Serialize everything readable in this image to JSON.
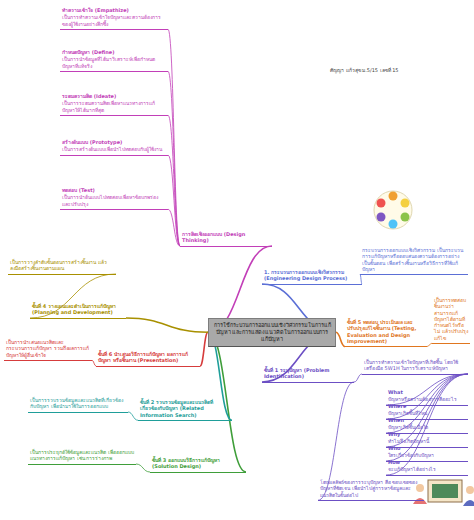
{
  "diagram": {
    "nodes": [
      {
        "text": [
          "การใช้กระบวนการออกแบบเชิงวิศวกรรมในการแก้ปัญหา และการแสดงแนวคิดในการออกแบบการแก้ปัญหา"
        ]
      },
      {
        "text": [
          "การคิดเชิงออกแบบ (Design Thinking)"
        ]
      },
      {
        "text": [
          "ทำความเข้าใจ (Empathize)",
          "เป็นการทำความเข้าใจปัญหาและความต้องการของผู้ใช้งานอย่างลึกซึ้ง"
        ]
      },
      {
        "text": [
          "กำหนดปัญหา (Define)",
          "เป็นการนำข้อมูลที่ได้มาวิเคราะห์เพื่อกำหนดปัญหาที่แท้จริง"
        ]
      },
      {
        "text": [
          "ระดมความคิด (Ideate)",
          "เป็นการระดมความคิดเพื่อหาแนวทางการแก้ปัญหาให้ได้มากที่สุด"
        ]
      },
      {
        "text": [
          "สร้างต้นแบบ (Prototype)",
          "เป็นการสร้างต้นแบบเพื่อนำไปทดสอบกับผู้ใช้งาน"
        ]
      },
      {
        "text": [
          "ทดสอบ (Test)",
          "เป็นการนำต้นแบบไปทดสอบเพื่อหาข้อบกพร่องและปรับปรุง"
        ]
      },
      {
        "text": [
          "1. กระบวนการออกแบบเชิงวิศวกรรม (Engineering Design Process)"
        ]
      },
      {
        "text": [
          "กระบวนการออกแบบเชิงวิศวกรรม เป็นกระบวนการแก้ปัญหาหรือตอบสนองความต้องการอย่างเป็นขั้นตอน เพื่อสร้างชิ้นงานหรือวิธีการที่ใช้แก้ปัญหา"
        ]
      },
      {
        "text": [
          "ขั้นที่ 5 ทดสอบ ประเมินผล และปรับปรุงแก้ไขชิ้นงาน (Testing, Evaluation and Design Improvement)"
        ]
      },
      {
        "text": [
          "เป็นการทดสอบชิ้นงานว่าสามารถแก้ปัญหาได้ตามที่กำหนดไว้หรือไม่ แล้วปรับปรุงแก้ไข"
        ]
      },
      {
        "text": [
          "ขั้นที่ 1 ระบุปัญหา (Problem Identification)"
        ]
      },
      {
        "text": [
          "เป็นการทำความเข้าใจปัญหาที่เกิดขึ้น โดยใช้เครื่องมือ 5W1H ในการวิเคราะห์ปัญหา"
        ]
      },
      {
        "text": [
          "What",
          "ปัญหาหรือความต้องการคืออะไร"
        ]
      },
      {
        "text": [
          "Where",
          "ปัญหาเกิดขึ้นที่ไหน"
        ]
      },
      {
        "text": [
          "When",
          "ปัญหาเกิดขึ้นเมื่อใด"
        ]
      },
      {
        "text": [
          "Why",
          "ทำไมจึงเกิดปัญหานี้"
        ]
      },
      {
        "text": [
          "Who",
          "ใครเกี่ยวข้องกับปัญหา"
        ]
      },
      {
        "text": [
          "How",
          "จะแก้ปัญหาได้อย่างไร"
        ]
      },
      {
        "text": [
          "โดยผลลัพธ์ของการระบุปัญหา คือ ขอบเขตของปัญหาที่ชัดเจน เพื่อนำไปสู่การหาข้อมูลและแนวคิดในขั้นต่อไป"
        ]
      },
      {
        "text": [
          "ขั้นที่ 3 ออกแบบวิธีการแก้ปัญหา (Solution Design)"
        ]
      },
      {
        "text": [
          "เป็นการประยุกต์ใช้ข้อมูลและแนวคิด เพื่อออกแบบแนวทางการแก้ปัญหา เช่น การร่างภาพ"
        ]
      },
      {
        "text": [
          "ขั้นที่ 2 รวบรวมข้อมูลและแนวคิดที่เกี่ยวข้องกับปัญหา (Related Information Search)"
        ]
      },
      {
        "text": [
          "เป็นการรวบรวมข้อมูลและแนวคิดที่เกี่ยวข้องกับปัญหา เพื่อนำมาใช้ในการออกแบบ"
        ]
      },
      {
        "text": [
          "ขั้นที่ 6 นำเสนอวิธีการแก้ปัญหา ผลการแก้ปัญหา หรือชิ้นงาน (Presentation)"
        ]
      },
      {
        "text": [
          "เป็นการนำเสนอแนวคิดและกระบวนการแก้ปัญหา รวมถึงผลการแก้ปัญหาให้ผู้อื่นเข้าใจ"
        ]
      },
      {
        "text": [
          "ขั้นที่ 4 วางแผนและดำเนินการแก้ปัญหา (Planning and Development)"
        ]
      },
      {
        "text": [
          "เป็นการวางลำดับขั้นตอนการสร้างชิ้นงาน แล้วลงมือสร้างชิ้นงานตามแผน"
        ]
      }
    ],
    "edges": [
      {
        "from": 0,
        "to": 1,
        "arrow": "none"
      },
      {
        "from": 0,
        "to": 7,
        "arrow": "none"
      },
      {
        "from": 0,
        "to": 9,
        "arrow": "none"
      },
      {
        "from": 0,
        "to": 11,
        "arrow": "none"
      },
      {
        "from": 0,
        "to": 20,
        "arrow": "none"
      },
      {
        "from": 0,
        "to": 22,
        "arrow": "none"
      },
      {
        "from": 0,
        "to": 24,
        "arrow": "none"
      },
      {
        "from": 0,
        "to": 26,
        "arrow": "none"
      },
      {
        "from": 1,
        "to": 2,
        "arrow": "none"
      },
      {
        "from": 1,
        "to": 3,
        "arrow": "none"
      },
      {
        "from": 1,
        "to": 4,
        "arrow": "none"
      },
      {
        "from": 1,
        "to": 5,
        "arrow": "none"
      },
      {
        "from": 1,
        "to": 6,
        "arrow": "none"
      },
      {
        "from": 7,
        "to": 8,
        "arrow": "none"
      },
      {
        "from": 9,
        "to": 10,
        "arrow": "none"
      },
      {
        "from": 11,
        "to": 12,
        "arrow": "none"
      },
      {
        "from": 12,
        "to": 13,
        "arrow": "none"
      },
      {
        "from": 12,
        "to": 14,
        "arrow": "none"
      },
      {
        "from": 12,
        "to": 15,
        "arrow": "none"
      },
      {
        "from": 12,
        "to": 16,
        "arrow": "none"
      },
      {
        "from": 12,
        "to": 17,
        "arrow": "none"
      },
      {
        "from": 12,
        "to": 18,
        "arrow": "none"
      },
      {
        "from": 11,
        "to": 19,
        "arrow": "none"
      },
      {
        "from": 20,
        "to": 21,
        "arrow": "none"
      },
      {
        "from": 22,
        "to": 23,
        "arrow": "none"
      },
      {
        "from": 24,
        "to": 25,
        "arrow": "none"
      },
      {
        "from": 26,
        "to": 27,
        "arrow": "none"
      }
    ],
    "labels": [
      "ศัญญา แก้วสุข ม.5/15 เลขที่ 15"
    ]
  }
}
